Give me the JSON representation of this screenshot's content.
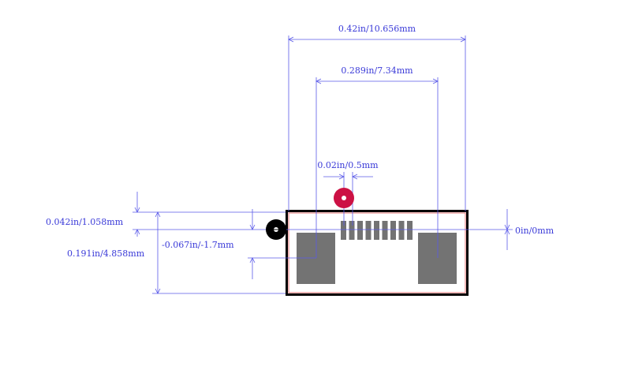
{
  "dimensions": {
    "overall_width": "0.42in/10.656mm",
    "pad_span": "0.289in/7.34mm",
    "pin_pitch": "0.02in/0.5mm",
    "top_offset": "0.042in/1.058mm",
    "height": "0.191in/4.858mm",
    "center_offset": "-0.067in/-1.7mm",
    "origin": "0in/0mm"
  },
  "footprint": {
    "signal_pin_count": 9,
    "mounting_pad_count": 2
  },
  "colors": {
    "dimension": "#5a5ae8",
    "dimension_text": "#3a3ad8",
    "outline": "#000000",
    "courtyard": "#e07070",
    "pad": "#737373",
    "pin1_marker": "#cc1144",
    "origin_marker": "#000000"
  }
}
